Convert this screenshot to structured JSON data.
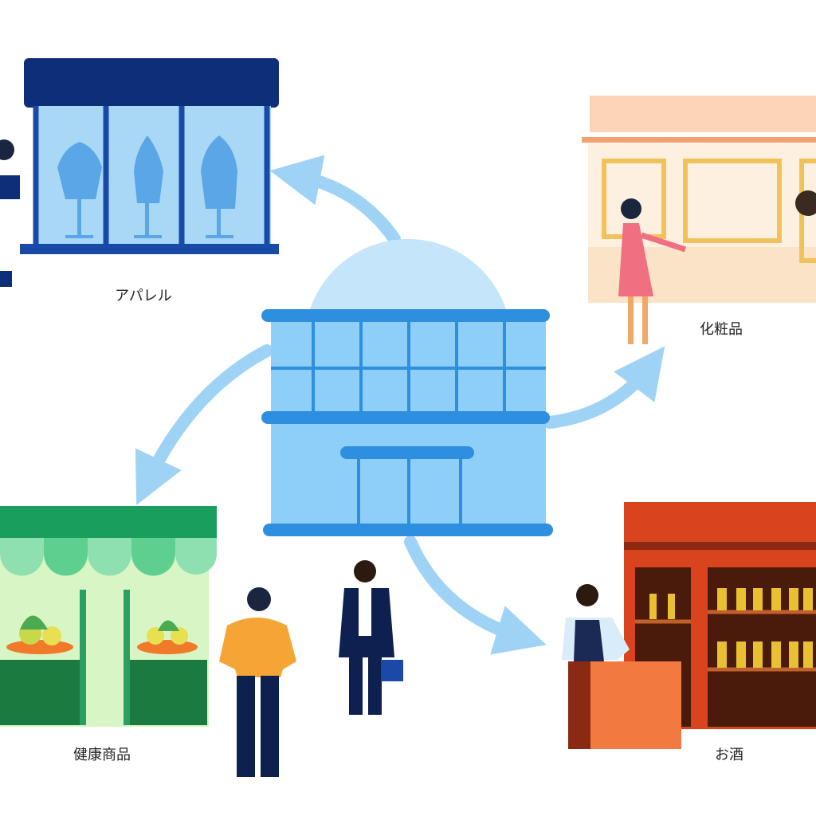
{
  "labels": {
    "apparel": "アパレル",
    "cosmetics": "化粧品",
    "health": "健康商品",
    "liquor": "お酒"
  },
  "colors": {
    "arrow": "#9fd3f5",
    "building": "#8ecff7",
    "building_trim": "#2e8ee0",
    "apparel_navy": "#0d2f7a",
    "health_green": "#1a9e5e",
    "liquor_red": "#d9431e",
    "cosmetics_peach": "#fcd5b8"
  }
}
